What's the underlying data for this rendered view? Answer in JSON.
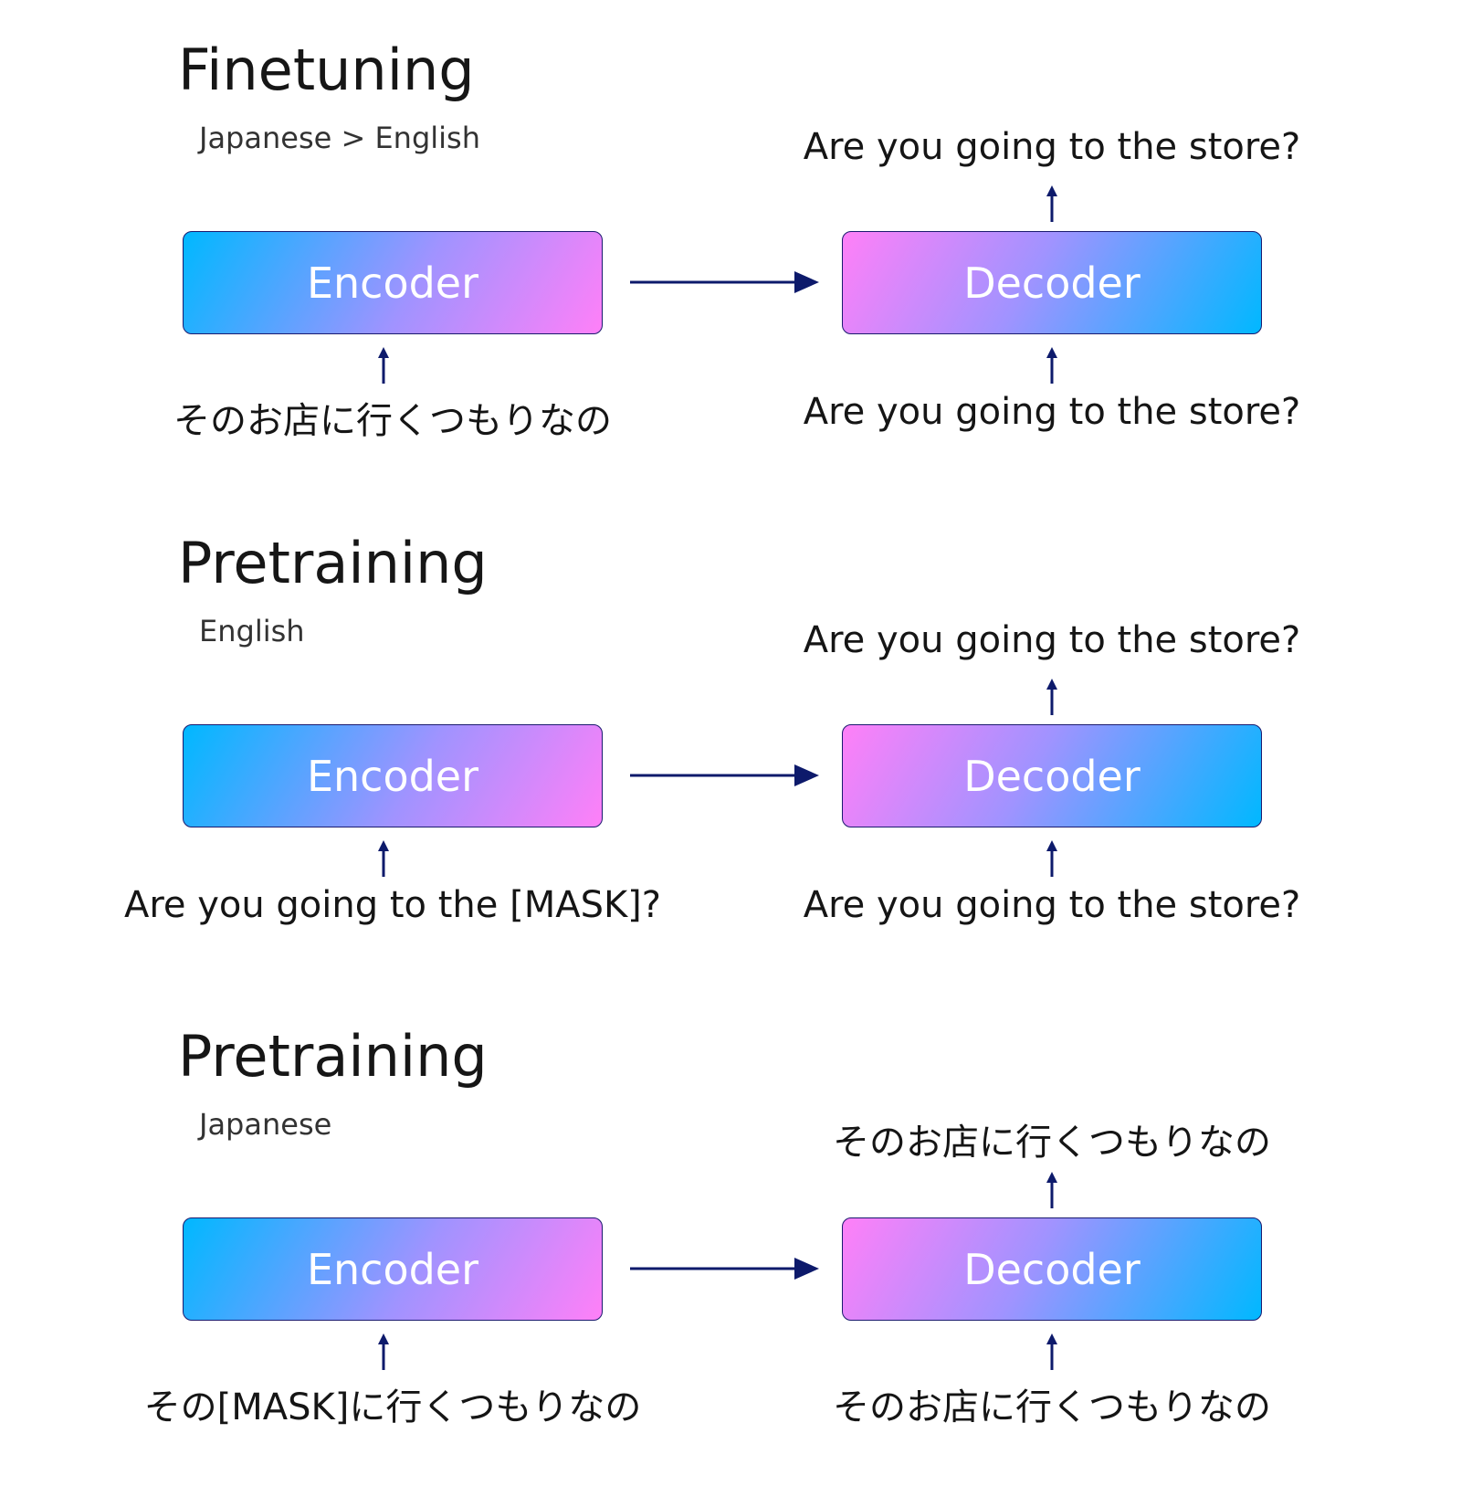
{
  "sections": [
    {
      "title": "Finetuning",
      "subtitle": "Japanese > English",
      "encoder": {
        "label": "Encoder",
        "input": "そのお店に行くつもりなの"
      },
      "decoder": {
        "label": "Decoder",
        "input": "Are you going to the store?",
        "output": "Are you going to the store?"
      }
    },
    {
      "title": "Pretraining",
      "subtitle": "English",
      "encoder": {
        "label": "Encoder",
        "input": "Are you going to the [MASK]?"
      },
      "decoder": {
        "label": "Decoder",
        "input": "Are you going to the store?",
        "output": "Are you going to the store?"
      }
    },
    {
      "title": "Pretraining",
      "subtitle": "Japanese",
      "encoder": {
        "label": "Encoder",
        "input": "その[MASK]に行くつもりなの"
      },
      "decoder": {
        "label": "Decoder",
        "input": "そのお店に行くつもりなの",
        "output": "そのお店に行くつもりなの"
      }
    }
  ],
  "colors": {
    "arrow": "#0d1a6b",
    "box_border": "#1a1a6e",
    "gradient_cyan": "#00b8ff",
    "gradient_violet": "#a093ff",
    "gradient_pink": "#ff80f8"
  }
}
